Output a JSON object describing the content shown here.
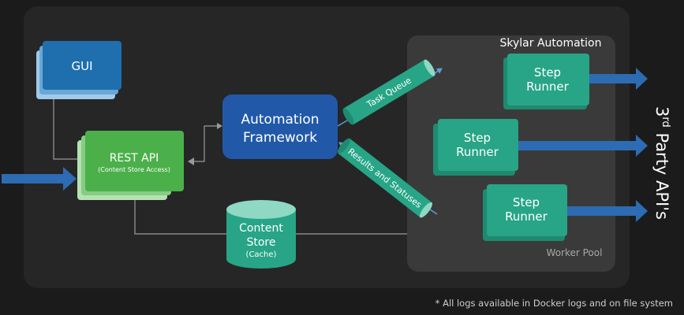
{
  "nodes": {
    "gui": "GUI",
    "rest_api": {
      "title": "REST API",
      "subtitle": "(Content Store Access)"
    },
    "framework": {
      "line1": "Automation",
      "line2": "Framework"
    },
    "content_store": {
      "line1": "Content",
      "line2": "Store",
      "line3": "(Cache)"
    },
    "task_queue": "Task Queue",
    "results_queue": "Results and Statuses",
    "step_runner": {
      "line1": "Step",
      "line2": "Runner"
    }
  },
  "pool": {
    "title": "Skylar Automation",
    "footer": "Worker Pool"
  },
  "external": {
    "base": "3",
    "sup": "rd",
    "rest": " Party API's"
  },
  "footnote": "* All logs available in Docker logs and on file system",
  "colors": {
    "background": "#1b1b1b",
    "main_panel": "#262626",
    "pool_panel": "#3a3a3a",
    "gui_blue": "#1f6fae",
    "framework_blue": "#2159a8",
    "rest_green": "#4bb04a",
    "teal": "#27a586",
    "arrow_blue": "#2d6bb3"
  }
}
